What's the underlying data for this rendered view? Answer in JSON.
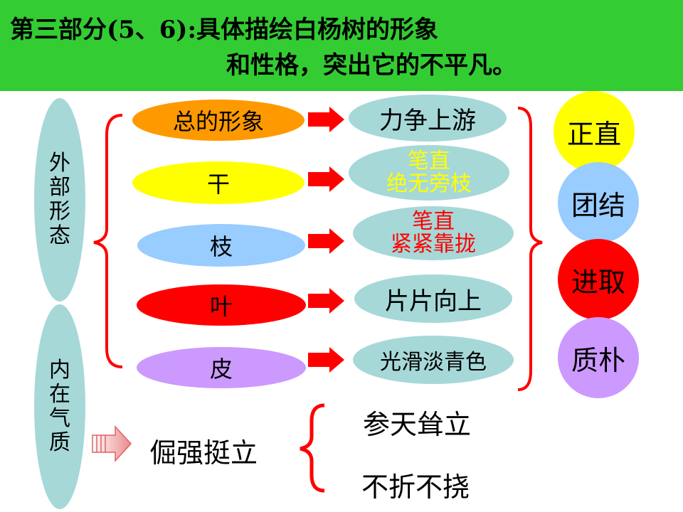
{
  "banner": {
    "line1": "第三部分(5、6):具体描绘白杨树的形象",
    "line2": "和性格，突出它的不平凡。"
  },
  "left_labels": {
    "outer": [
      "外",
      "部",
      "形",
      "态"
    ],
    "inner": [
      "内",
      "在",
      "气",
      "质"
    ]
  },
  "parts": [
    {
      "label": "总的形象",
      "color": "#ff9900"
    },
    {
      "label": "干",
      "color": "#ffff00"
    },
    {
      "label": "枝",
      "color": "#99ccff"
    },
    {
      "label": "叶",
      "color": "#ff0000"
    },
    {
      "label": "皮",
      "color": "#cc99ff"
    }
  ],
  "features": [
    {
      "lines": [
        "力争上游"
      ],
      "text_color": "#000000"
    },
    {
      "lines": [
        "笔直",
        "绝无旁枝"
      ],
      "text_color": "#ffff00"
    },
    {
      "lines": [
        "笔直",
        "紧紧靠拢"
      ],
      "text_color": "#ff0000"
    },
    {
      "lines": [
        "片片向上"
      ],
      "text_color": "#000000"
    },
    {
      "lines": [
        "光滑淡青色"
      ],
      "text_color": "#000000"
    }
  ],
  "traits": [
    {
      "label": "正直",
      "color": "#ffff00"
    },
    {
      "label": "团结",
      "color": "#99ccff"
    },
    {
      "label": "进取",
      "color": "#ff0000"
    },
    {
      "label": "质朴",
      "color": "#cc99ff"
    }
  ],
  "bottom": {
    "main": "倔强挺立",
    "items": [
      "参天耸立",
      "不折不挠"
    ]
  },
  "colors": {
    "banner": "#33cc33",
    "arrow": "#ff0000",
    "brace": "#ff0000",
    "feature_bg": "#a6d8d8",
    "vertical_bg": "#a6d8d8"
  }
}
